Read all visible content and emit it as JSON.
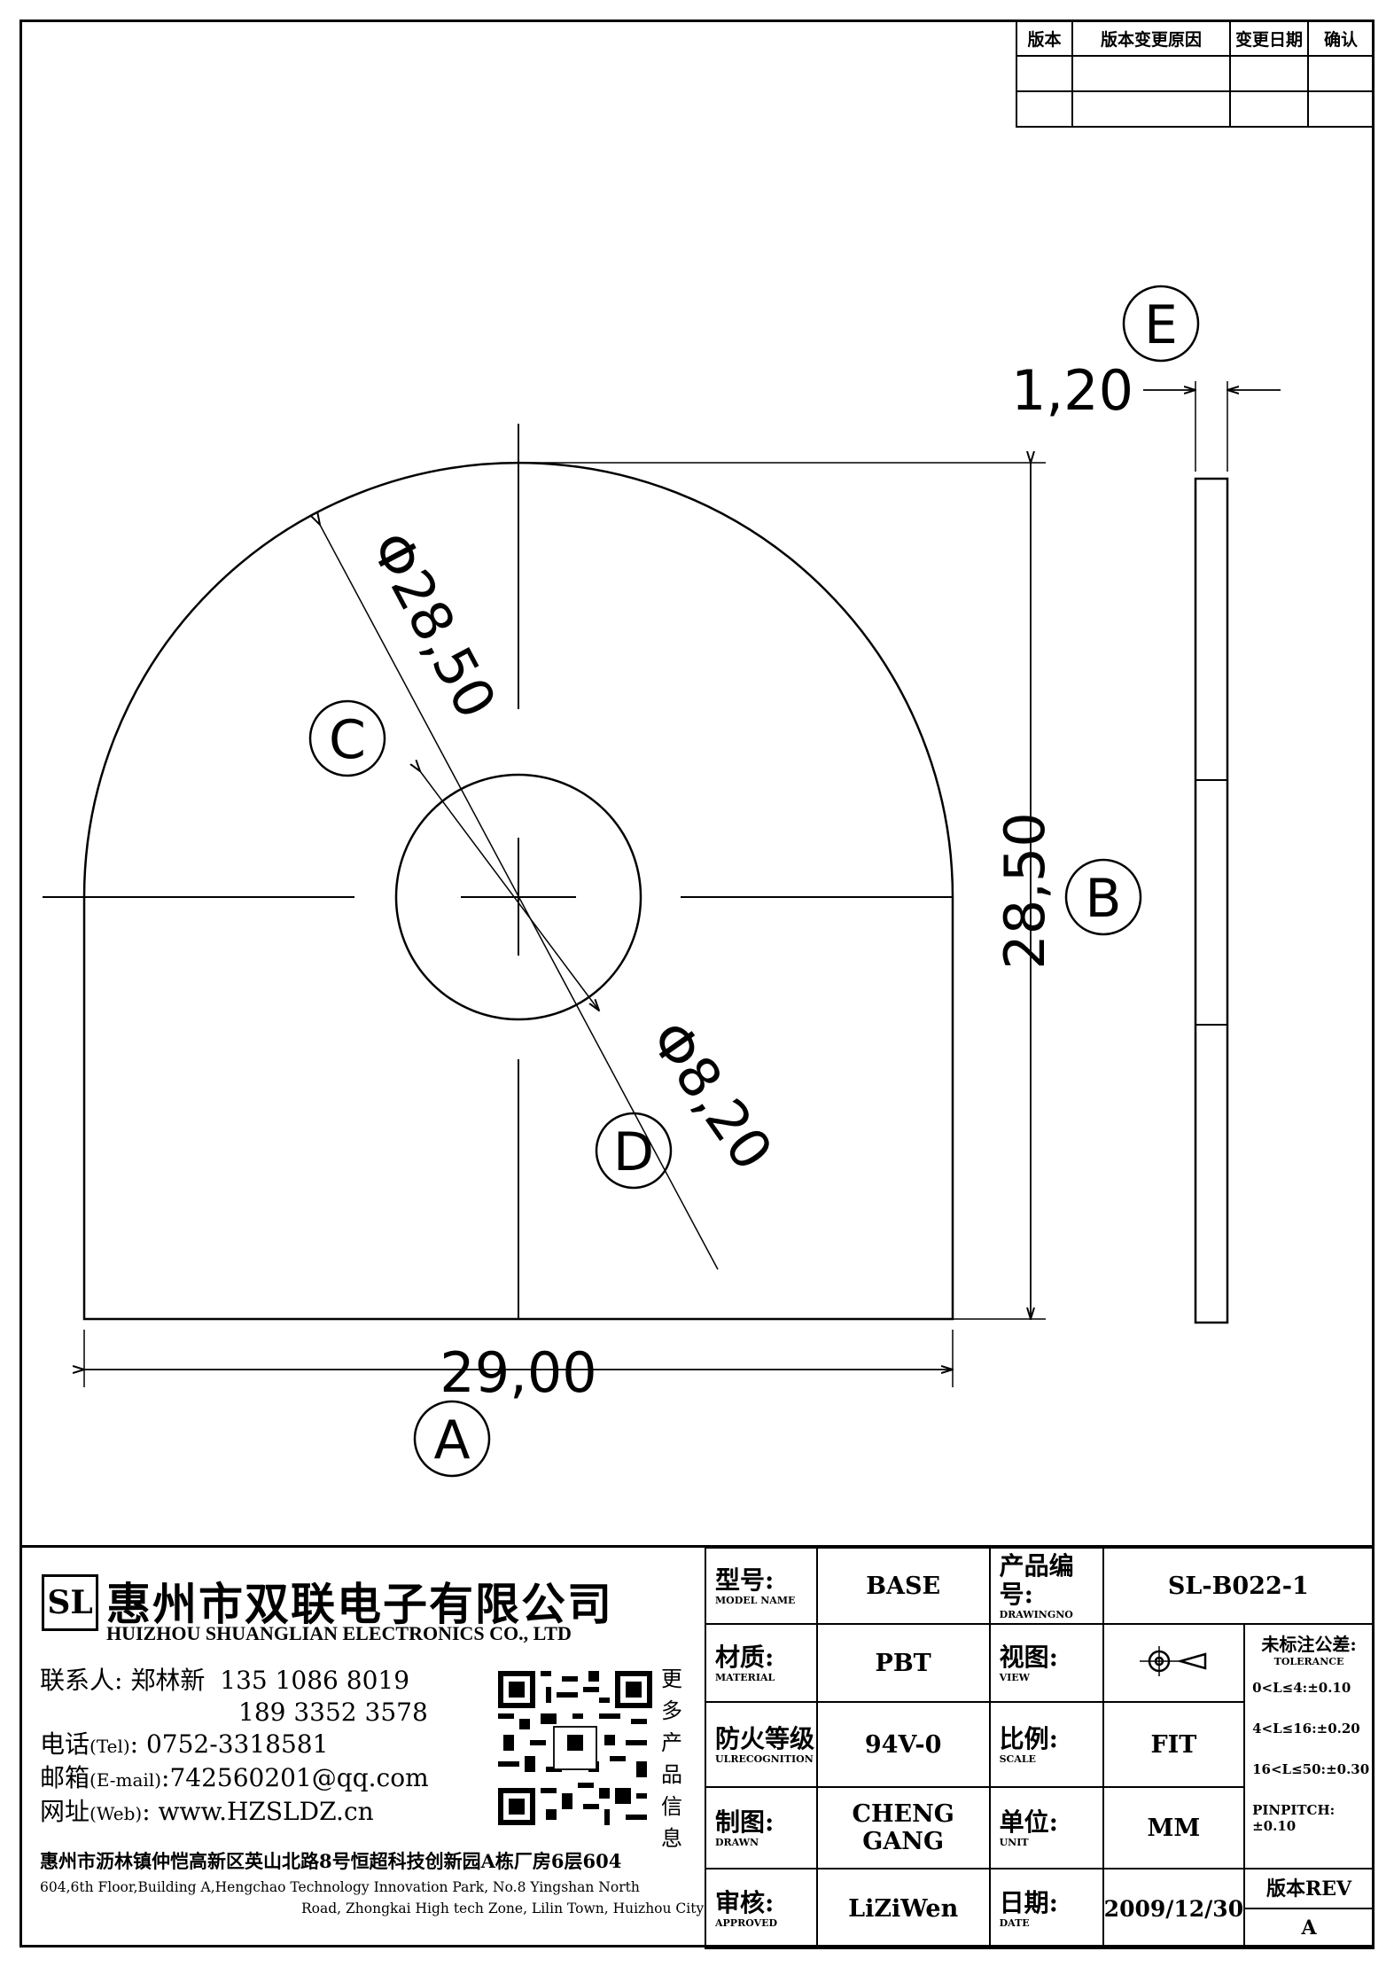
{
  "revision_table": {
    "headers": [
      "版本",
      "版本变更原因",
      "变更日期",
      "确认"
    ]
  },
  "drawing": {
    "dimensions": {
      "width": "29,00",
      "height": "28,50",
      "outer_diameter": "Φ28,50",
      "hole_diameter": "Φ8,20",
      "thickness": "1,20"
    },
    "callouts": [
      "A",
      "B",
      "C",
      "D",
      "E"
    ]
  },
  "company": {
    "name_cn": "惠州市双联电子有限公司",
    "name_en": "HUIZHOU SHUANGLIAN ELECTRONICS CO., LTD",
    "logo_text": "SL",
    "contact_label": "联系人:",
    "contact_name": "郑林新",
    "phone1": "135 1086 8019",
    "phone2": "189 3352 3578",
    "tel_label_cn": "电话",
    "tel_label_en": "(Tel)",
    "tel": ": 0752-3318581",
    "email_label_cn": "邮箱",
    "email_label_en": "(E-mail)",
    "email": ":742560201@qq.com",
    "web_label_cn": "网址",
    "web_label_en": "(Web)",
    "web": ": www.HZSLDZ.cn",
    "more_info": [
      "更",
      "多",
      "产",
      "品",
      "信",
      "息"
    ],
    "address_cn": "惠州市沥林镇仲恺高新区英山北路8号恒超科技创新园A栋厂房6层604",
    "address_en1": "604,6th Floor,Building A,Hengchao Technology Innovation Park, No.8 Yingshan North",
    "address_en2": "Road, Zhongkai High tech Zone, Lilin Town, Huizhou City"
  },
  "title_block": {
    "model_label_cn": "型号:",
    "model_label_en": "MODEL NAME",
    "model": "BASE",
    "drawing_no_label_cn": "产品编号:",
    "drawing_no_label_en": "DRAWINGNO",
    "drawing_no": "SL-B022-1",
    "material_label_cn": "材质:",
    "material_label_en": "MATERIAL",
    "material": "PBT",
    "view_label_cn": "视图:",
    "view_label_en": "VIEW",
    "tolerance_label_cn": "未标注公差:",
    "tolerance_label_en": "TOLERANCE",
    "tolerances": [
      "0<L≤4:±0.10",
      "4<L≤16:±0.20",
      "16<L≤50:±0.30",
      "PINPITCH:±0.10"
    ],
    "ul_label_cn": "防火等级",
    "ul_label_en": "ULRECOGNITION",
    "ul": "94V-0",
    "scale_label_cn": "比例:",
    "scale_label_en": "SCALE",
    "scale": "FIT",
    "drawn_label_cn": "制图:",
    "drawn_label_en": "DRAWN",
    "drawn": "CHENG GANG",
    "unit_label_cn": "单位:",
    "unit_label_en": "UNIT",
    "unit": "MM",
    "approved_label_cn": "审核:",
    "approved_label_en": "APPROVED",
    "approved": "LiZiWen",
    "date_label_cn": "日期:",
    "date_label_en": "DATE",
    "date": "2009/12/30",
    "rev_label": "版本REV",
    "rev": "A"
  }
}
